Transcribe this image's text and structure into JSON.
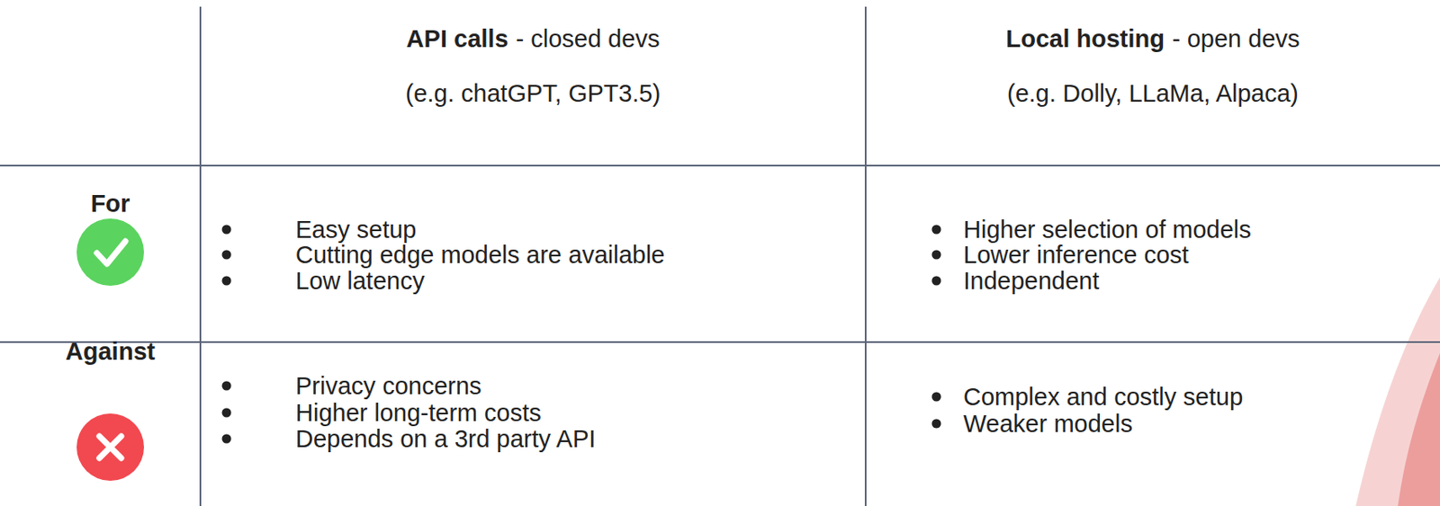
{
  "diagram": {
    "labels": [
      "API calls",
      "- closed devs",
      "(e.g. chatGPT, GPT3.5)",
      "Local hosting",
      "- open devs",
      "(e.g. Dolly, LLaMa, Alpaca)",
      "For",
      "Easy setup",
      "Cutting edge models are available",
      "Low latency",
      "Higher selection of models",
      "Lower inference cost",
      "Independent",
      "Against",
      "Privacy concerns",
      "Higher long-term costs",
      "Depends on a 3rd party API",
      "Complex and costly setup",
      "Weaker models"
    ]
  }
}
